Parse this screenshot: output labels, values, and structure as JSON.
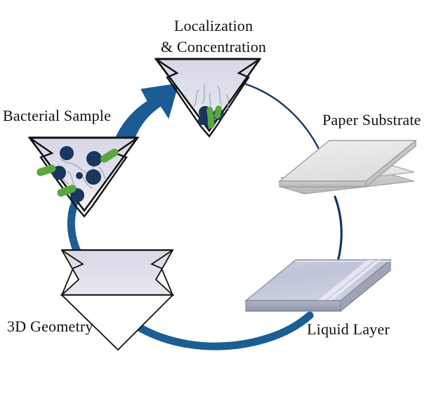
{
  "figure": {
    "title": "Paper-based bacterial localization and concentration cycle",
    "background_color": "#ffffff"
  },
  "labels": {
    "localization_line1": "Localization",
    "localization_line2": "& Concentration",
    "bacterial_sample": "Bacterial Sample",
    "paper_substrate": "Paper Substrate",
    "liquid_layer": "Liquid Layer",
    "geometry_3d": "3D Geometry"
  },
  "colors": {
    "arc_blue": "#1b5e94",
    "arrow_blue": "#1a5c93",
    "funnel_fill": "#dcdce9",
    "slab_paper": "#e6e6e6",
    "slab_liquid": "#c3c7da",
    "bacteria_green": "#59a83d",
    "bead_navy": "#19375c",
    "outline": "#111111",
    "text": "#111111"
  },
  "nodes": [
    {
      "id": "localization-concentration",
      "label": "Localization & Concentration",
      "shape": "funnel-cone",
      "contents": "concentrated bacteria and beads at apex",
      "bacteria_count": 3,
      "bead_count": 4
    },
    {
      "id": "paper-substrate",
      "label": "Paper Substrate",
      "shape": "flat-slab",
      "fill": "#e6e6e6"
    },
    {
      "id": "liquid-layer",
      "label": "Liquid Layer",
      "shape": "flat-slab-glossy",
      "fill": "#c3c7da"
    },
    {
      "id": "3d-geometry",
      "label": "3D Geometry",
      "shape": "exploded-cone",
      "parts": [
        "upper band",
        "lower cone"
      ]
    },
    {
      "id": "bacterial-sample",
      "label": "Bacterial Sample",
      "shape": "funnel-cone",
      "contents": "dispersed bacteria and beads",
      "bacteria_count": 3,
      "bead_count": 6
    }
  ],
  "flow": {
    "direction": "clockwise-cycle",
    "sequence": [
      "Paper Substrate",
      "Liquid Layer",
      "3D Geometry",
      "Bacterial Sample",
      "Localization & Concentration"
    ],
    "emphasis_arrow": {
      "from": "Bacterial Sample",
      "to": "Localization & Concentration",
      "style": "thick blue curved arrow"
    }
  }
}
